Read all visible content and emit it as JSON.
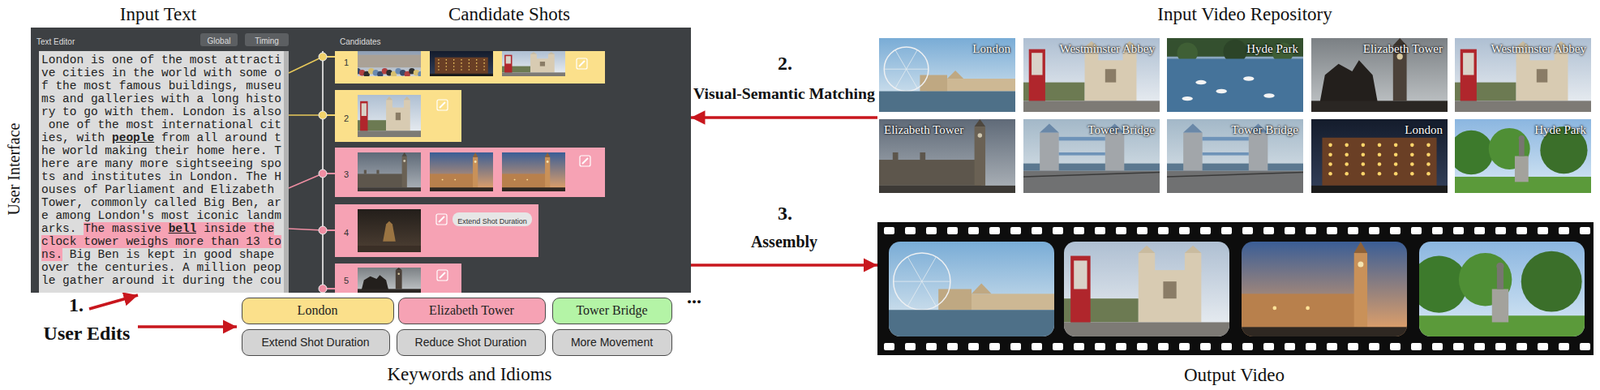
{
  "diagram": {
    "nodes": [
      {
        "text": [
          "User Interface"
        ]
      },
      {
        "text": [
          "Text Editor",
          "London is one of the most attracti",
          "ve cities in the world with some o",
          "f the most famous buildings, museu",
          "ms and galleries with a long histo",
          "ry to go with them. London is also",
          " one of the most international cit",
          "ies, with ",
          "people",
          " from all around t",
          "he world making their home here. T",
          "here are many more sightseeing spo",
          "ts and institutes in London. The H",
          "ouses of Parliament and Elizabeth",
          "Tower, commonly called Big Ben, ar",
          "e among London's most iconic landm",
          "arks. ",
          "The massive ",
          "bell",
          " inside the",
          "clock tower weighs more than 13 to",
          "ns.",
          " Big Ben is kept in good shape",
          "over the centuries. A million peop",
          "le gather around it during the cou"
        ],
        "in": 0
      },
      {
        "text": [
          "Global"
        ],
        "in": 0
      },
      {
        "text": [
          "Timing"
        ],
        "in": 0
      },
      {
        "text": [
          "Candidates"
        ],
        "in": 0
      },
      {
        "text": [
          "1"
        ],
        "in": 4
      },
      {
        "text": [
          "2"
        ],
        "in": 4
      },
      {
        "text": [
          "3"
        ],
        "in": 4
      },
      {
        "text": [
          "4"
        ],
        "in": 4
      },
      {
        "text": [
          "5"
        ],
        "in": 4
      },
      {
        "text": [
          "Extend Shot Duration"
        ],
        "in": 8
      },
      {
        "text": [
          "London"
        ]
      },
      {
        "text": [
          "Elizabeth Tower"
        ]
      },
      {
        "text": [
          "Tower Bridge"
        ]
      },
      {
        "text": [
          "Extend Shot Duration"
        ]
      },
      {
        "text": [
          "Reduce Shot Duration"
        ]
      },
      {
        "text": [
          "More Movement"
        ]
      },
      {
        "text": [
          "Input Video Repository"
        ]
      },
      {
        "text": [
          "London"
        ],
        "in": 17
      },
      {
        "text": [
          "Westminster Abbey"
        ],
        "in": 17
      },
      {
        "text": [
          "Hyde Park"
        ],
        "in": 17
      },
      {
        "text": [
          "Elizabeth Tower"
        ],
        "in": 17
      },
      {
        "text": [
          "Westminster Abbey"
        ],
        "in": 17
      },
      {
        "text": [
          "Elizabeth Tower"
        ],
        "in": 17
      },
      {
        "text": [
          "Tower Bridge"
        ],
        "in": 17
      },
      {
        "text": [
          "Tower Bridge"
        ],
        "in": 17
      },
      {
        "text": [
          "London"
        ],
        "in": 17
      },
      {
        "text": [
          "Hyde Park"
        ],
        "in": 17
      },
      {
        "text": [
          "Output Video"
        ]
      }
    ],
    "edges": [
      {
        "from": 17,
        "to": 0,
        "arrow": "to",
        "label": "Visual-Semantic Matching"
      },
      {
        "from": 0,
        "to": 28,
        "arrow": "to",
        "label": "Assembly"
      }
    ],
    "labels": [
      "Input Text",
      "Candidate Shots",
      "1.",
      "User Edits",
      "Keywords and Idioms",
      "...",
      "2.",
      "3."
    ]
  }
}
